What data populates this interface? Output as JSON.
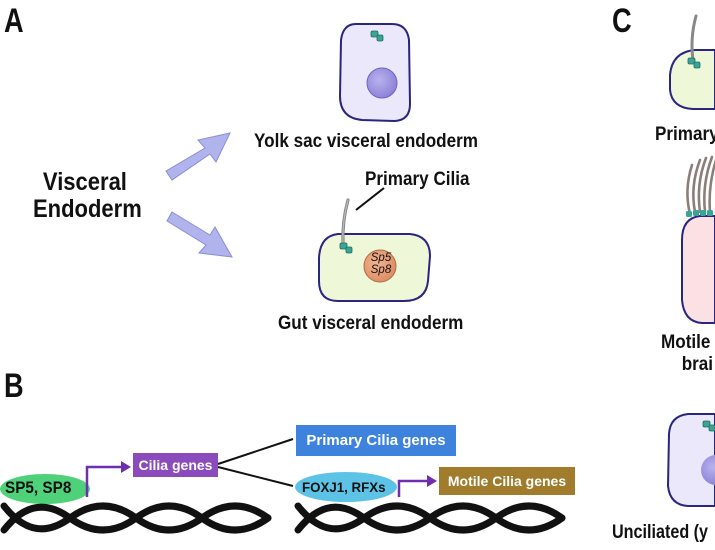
{
  "panels": {
    "a": "A",
    "b": "B",
    "c": "C"
  },
  "panel_a": {
    "source_label_line1": "Visceral",
    "source_label_line2": "Endoderm",
    "yolk_sac_label": "Yolk sac visceral endoderm",
    "gut_label": "Gut visceral endoderm",
    "primary_cilia_label": "Primary Cilia",
    "nucleus_text_line1": "Sp5",
    "nucleus_text_line2": "Sp8"
  },
  "panel_b": {
    "tf_left": "SP5, SP8",
    "cilia_genes": "Cilia genes",
    "primary_cilia_genes": "Primary Cilia genes",
    "tf_right": "FOXJ1, RFXs",
    "motile_cilia_genes": "Motile Cilia genes"
  },
  "panel_c": {
    "primary_label_partial": "Primary",
    "motile_label_line1_partial": "Motile",
    "motile_label_line2_partial": "brai",
    "unciliated_label_partial": "Unciliated (y"
  },
  "colors": {
    "cell_purple_fill": "#ece8fb",
    "cell_green_fill": "#eef7d8",
    "cell_pink_fill": "#fbe1e4",
    "cell_outline": "#2a2580",
    "nucleus_purple": "#9d94dd",
    "nucleus_orange": "#e8a27c",
    "basal_body_teal": "#3aa596",
    "arrow_fill": "#b0b3ec",
    "arrow_stroke": "#8a8ed6",
    "sp5_oval": "#4fd17a",
    "cilia_genes_box": "#8c4bbd",
    "primary_genes_box": "#3d83de",
    "foxj1_oval": "#5cc3e6",
    "motile_genes_box": "#a07c2c",
    "promoter_arrow": "#6d2fb0",
    "dna": "#111111"
  }
}
